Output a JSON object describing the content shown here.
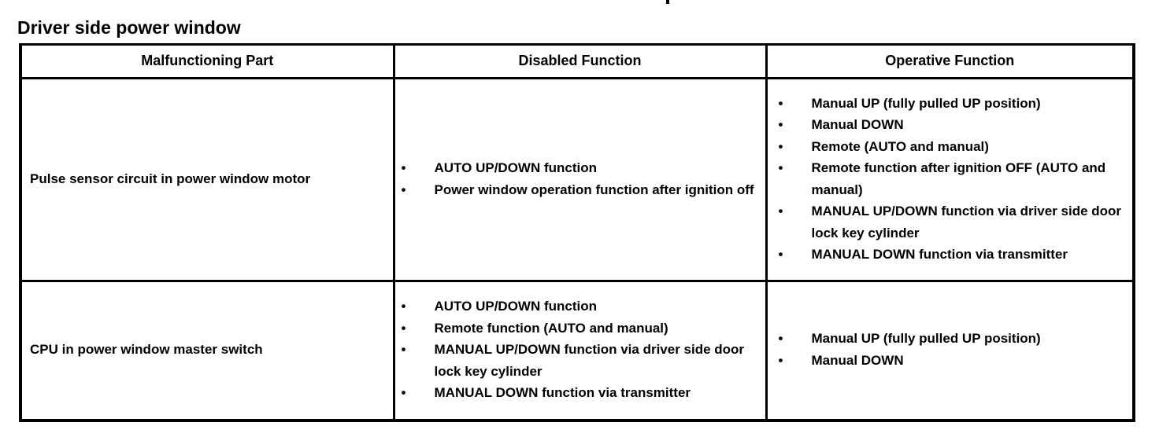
{
  "page": {
    "title": "Driver side power window"
  },
  "table": {
    "columns": [
      {
        "key": "malfunctioning_part",
        "header": "Malfunctioning Part"
      },
      {
        "key": "disabled_function",
        "header": "Disabled Function"
      },
      {
        "key": "operative_function",
        "header": "Operative Function"
      }
    ],
    "rows": [
      {
        "malfunctioning_part": "Pulse sensor circuit in power window motor",
        "disabled_function": [
          "AUTO UP/DOWN function",
          "Power window operation function after ignition off"
        ],
        "operative_function": [
          "Manual UP (fully pulled UP position)",
          "Manual DOWN",
          "Remote (AUTO and manual)",
          "Remote function after ignition OFF (AUTO and manual)",
          "MANUAL UP/DOWN function via driver side door lock key cylinder",
          "MANUAL DOWN function via transmitter"
        ]
      },
      {
        "malfunctioning_part": "CPU in power window master switch",
        "disabled_function": [
          "AUTO UP/DOWN function",
          "Remote function (AUTO and manual)",
          "MANUAL UP/DOWN function via driver side door lock key cylinder",
          "MANUAL DOWN function via transmitter"
        ],
        "operative_function": [
          "Manual UP (fully pulled UP position)",
          "Manual DOWN"
        ]
      }
    ],
    "bullet_glyph": "•"
  },
  "colors": {
    "text": "#000000",
    "rule": "#000000",
    "background": "#ffffff"
  }
}
